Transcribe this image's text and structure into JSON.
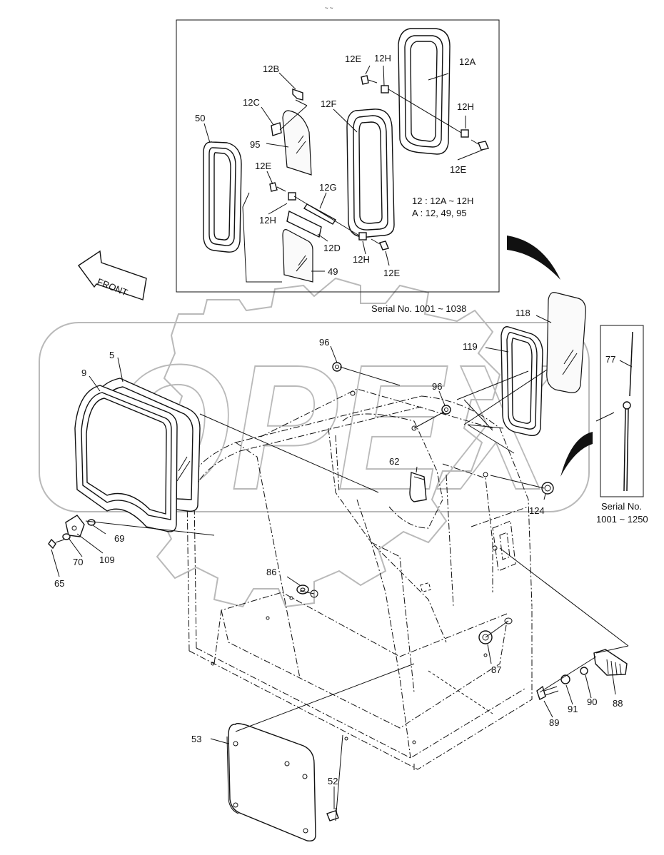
{
  "watermark": {
    "text": "OPEX"
  },
  "front_arrow": {
    "label": "FRONT"
  },
  "notes": {
    "kit": "12 : 12A ~ 12H",
    "assembly": "A : 12, 49, 95",
    "serial_main": "Serial No. 1001 ~ 1038",
    "serial_antenna_line1": "Serial No.",
    "serial_antenna_line2": "1001 ~ 1250"
  },
  "callouts": {
    "p12A": "12A",
    "p12B": "12B",
    "p12C": "12C",
    "p12D": "12D",
    "p12E_a": "12E",
    "p12E_b": "12E",
    "p12E_c": "12E",
    "p12E_d": "12E",
    "p12F": "12F",
    "p12G": "12G",
    "p12H_a": "12H",
    "p12H_b": "12H",
    "p12H_c": "12H",
    "p12H_d": "12H",
    "p50": "50",
    "p95": "95",
    "p49": "49",
    "p118": "118",
    "p119": "119",
    "p77": "77",
    "p96_a": "96",
    "p96_b": "96",
    "p5": "5",
    "p9": "9",
    "p62": "62",
    "p124": "124",
    "p69": "69",
    "p70": "70",
    "p109": "109",
    "p65": "65",
    "p86": "86",
    "p87": "87",
    "p88": "88",
    "p89": "89",
    "p90": "90",
    "p91": "91",
    "p53": "53",
    "p52": "52"
  }
}
